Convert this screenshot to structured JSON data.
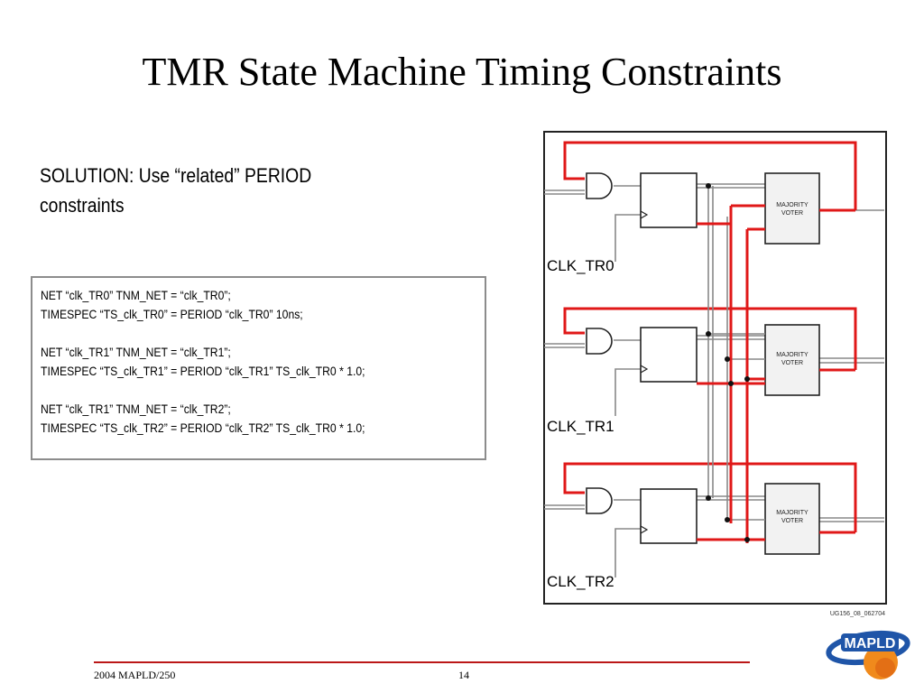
{
  "slide": {
    "title": "TMR State Machine Timing Constraints",
    "solution": "SOLUTION: Use “related” PERIOD constraints",
    "code_lines": [
      "NET “clk_TR0” TNM_NET = “clk_TR0”;",
      "TIMESPEC “TS_clk_TR0” = PERIOD “clk_TR0” 10ns;",
      "",
      "NET “clk_TR1” TNM_NET = “clk_TR1”;",
      "TIMESPEC “TS_clk_TR1” = PERIOD “clk_TR1” TS_clk_TR0 * 1.0;",
      "",
      "NET “clk_TR1” TNM_NET = “clk_TR2”;",
      "TIMESPEC “TS_clk_TR2” = PERIOD “clk_TR2” TS_clk_TR0 * 1.0;"
    ]
  },
  "diagram": {
    "voter_label_line1": "MAJORITY",
    "voter_label_line2": "VOTER",
    "clock_labels": [
      "CLK_TR0",
      "CLK_TR1",
      "CLK_TR2"
    ],
    "figure_id": "UG156_08_062704"
  },
  "footer": {
    "left": "2004 MAPLD/250",
    "page": "14"
  },
  "logo": {
    "text": "MAPLD"
  },
  "colors": {
    "feedback_wire": "#e01818",
    "wire": "#888888",
    "footer_rule": "#bb1717",
    "logo_blue": "#1f55a8",
    "logo_orange": "#f08a1c"
  }
}
